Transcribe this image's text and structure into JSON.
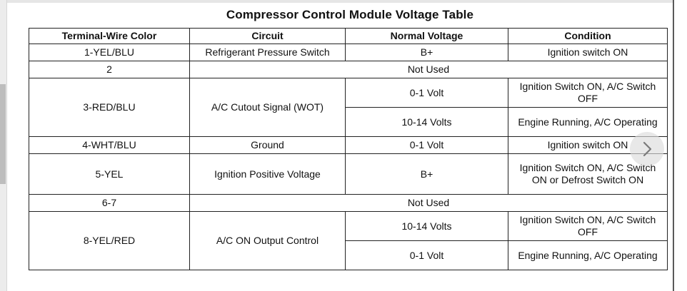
{
  "title": "Compressor Control Module Voltage Table",
  "table": {
    "headers": [
      "Terminal-Wire Color",
      "Circuit",
      "Normal Voltage",
      "Condition"
    ],
    "rows": [
      {
        "terminal": "1-YEL/BLU",
        "circuit": "Refrigerant Pressure Switch",
        "voltage": "B+",
        "condition": "Ignition switch ON"
      },
      {
        "terminal": "2",
        "merged": "Not Used"
      },
      {
        "terminal": "3-RED/BLU",
        "circuit": "A/C Cutout Signal (WOT)",
        "sub": [
          {
            "voltage": "0-1 Volt",
            "condition": "Ignition Switch ON, A/C Switch OFF"
          },
          {
            "voltage": "10-14 Volts",
            "condition": "Engine Running, A/C Operating"
          }
        ]
      },
      {
        "terminal": "4-WHT/BLU",
        "circuit": "Ground",
        "voltage": "0-1 Volt",
        "condition": "Ignition switch ON"
      },
      {
        "terminal": "5-YEL",
        "circuit": "Ignition Positive Voltage",
        "voltage": "B+",
        "condition": "Ignition Switch ON, A/C Switch ON or Defrost Switch ON"
      },
      {
        "terminal": "6-7",
        "merged": "Not Used"
      },
      {
        "terminal": "8-YEL/RED",
        "circuit": "A/C ON Output Control",
        "sub": [
          {
            "voltage": "10-14 Volts",
            "condition": "Ignition Switch ON, A/C Switch OFF"
          },
          {
            "voltage": "0-1 Volt",
            "condition": "Engine Running, A/C Operating"
          }
        ]
      }
    ]
  },
  "nav": {
    "next_icon": "chevron-right-icon"
  }
}
